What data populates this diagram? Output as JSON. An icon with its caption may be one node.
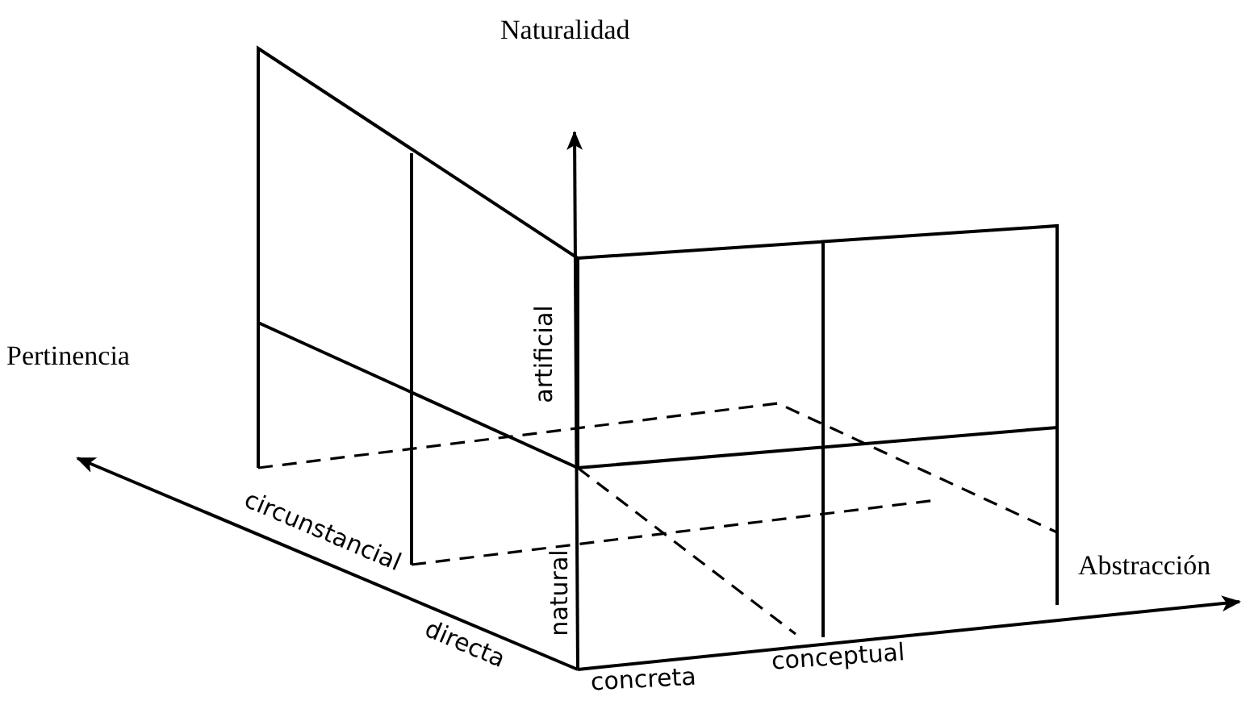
{
  "diagram": {
    "labels": [
      "Naturalidad",
      "Pertinencia",
      "artificial",
      "Abstracción",
      "circunstancial",
      "natural",
      "directa",
      "concreta",
      "conceptual"
    ]
  }
}
